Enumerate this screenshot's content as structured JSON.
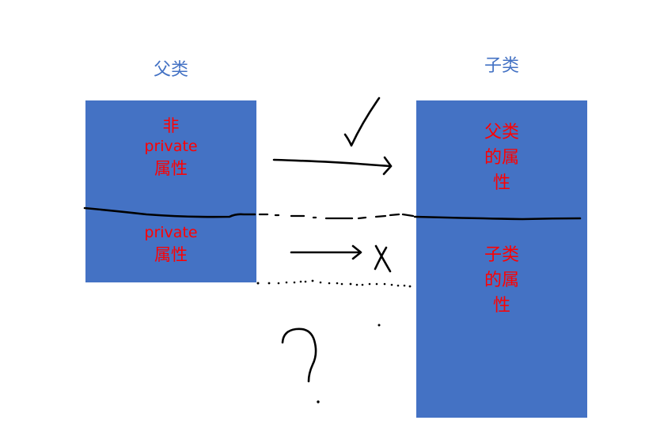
{
  "parent": {
    "title": "父类",
    "non_private_line1": "非",
    "non_private_line2": "private",
    "non_private_line3": "属性",
    "private_line1": "private",
    "private_line2": "属性"
  },
  "child": {
    "title": "子类",
    "inherited_line1": "父类",
    "inherited_line2": "的属",
    "inherited_line3": "性",
    "own_line1": "子类",
    "own_line2": "的属",
    "own_line3": "性"
  },
  "annotations": {
    "question_mark": "?"
  },
  "colors": {
    "box": "#4472c4",
    "title": "#4472c4",
    "label": "#ff0000",
    "ink": "#000000"
  }
}
